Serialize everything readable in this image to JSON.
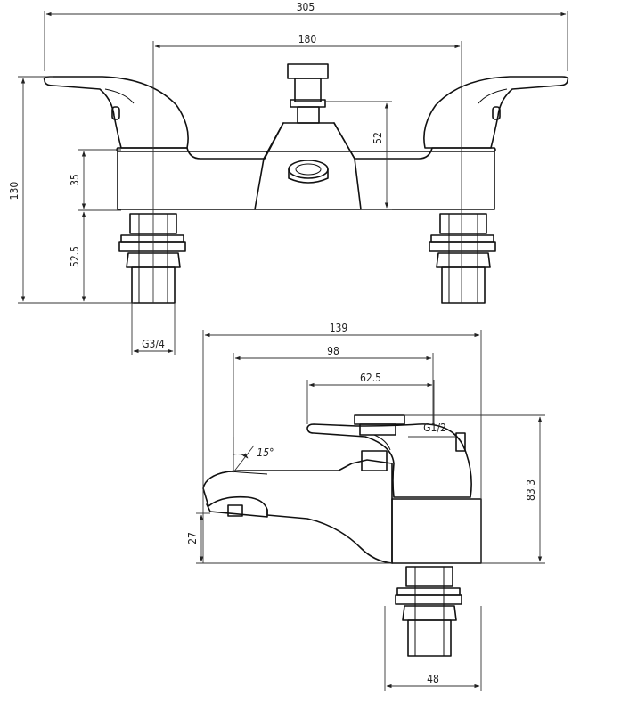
{
  "drawing": {
    "front_view": {
      "overall_width": "305",
      "centers": "180",
      "height_total": "130",
      "body_height": "35",
      "leg_height": "52.5",
      "diverter_height": "52",
      "thread": "G3/4"
    },
    "side_view": {
      "overall_depth": "139",
      "spout_reach": "98",
      "handle_offset": "62.5",
      "outlet_thread": "G1/2",
      "height": "83.3",
      "spout_height": "27",
      "angle": "15°",
      "base_width": "48"
    }
  },
  "colors": {
    "line": "#111111",
    "background": "#ffffff"
  }
}
